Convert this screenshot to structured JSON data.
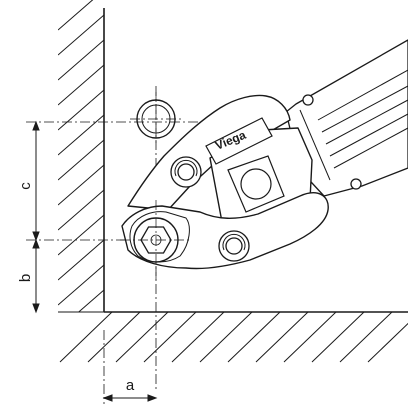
{
  "labels": {
    "dim_c": "c",
    "dim_b": "b",
    "dim_a": "a",
    "brand": "Viega"
  },
  "icons": [
    "circle-dimension-target",
    "hex-fitting",
    "pivot-pin",
    "lock-pin"
  ],
  "colors": {
    "line": "#1a1a1a",
    "background": "#ffffff"
  }
}
